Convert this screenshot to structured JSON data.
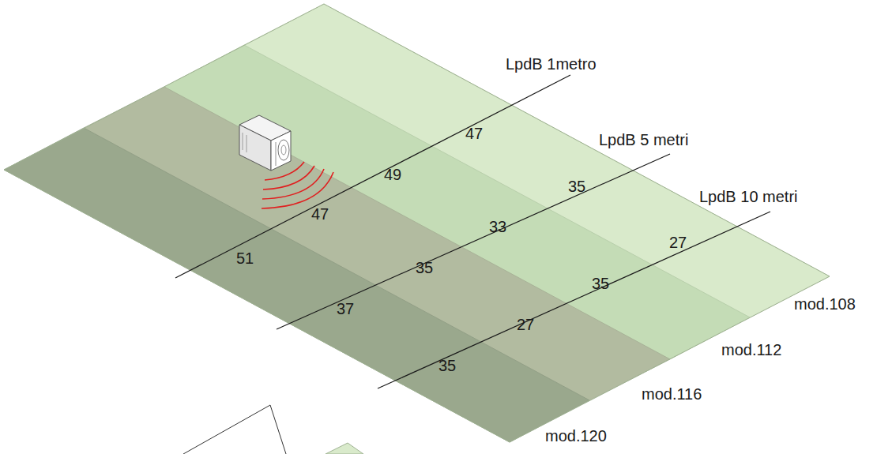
{
  "diagram": {
    "labels": [
      "LpdB 1metro",
      "47",
      "LpdB 5 metri",
      "49",
      "35",
      "LpdB 10 metri",
      "47",
      "33",
      "27",
      "51",
      "35",
      "35",
      "37",
      "27",
      "mod.108",
      "35",
      "mod.112",
      "mod.116",
      "mod.120"
    ]
  }
}
